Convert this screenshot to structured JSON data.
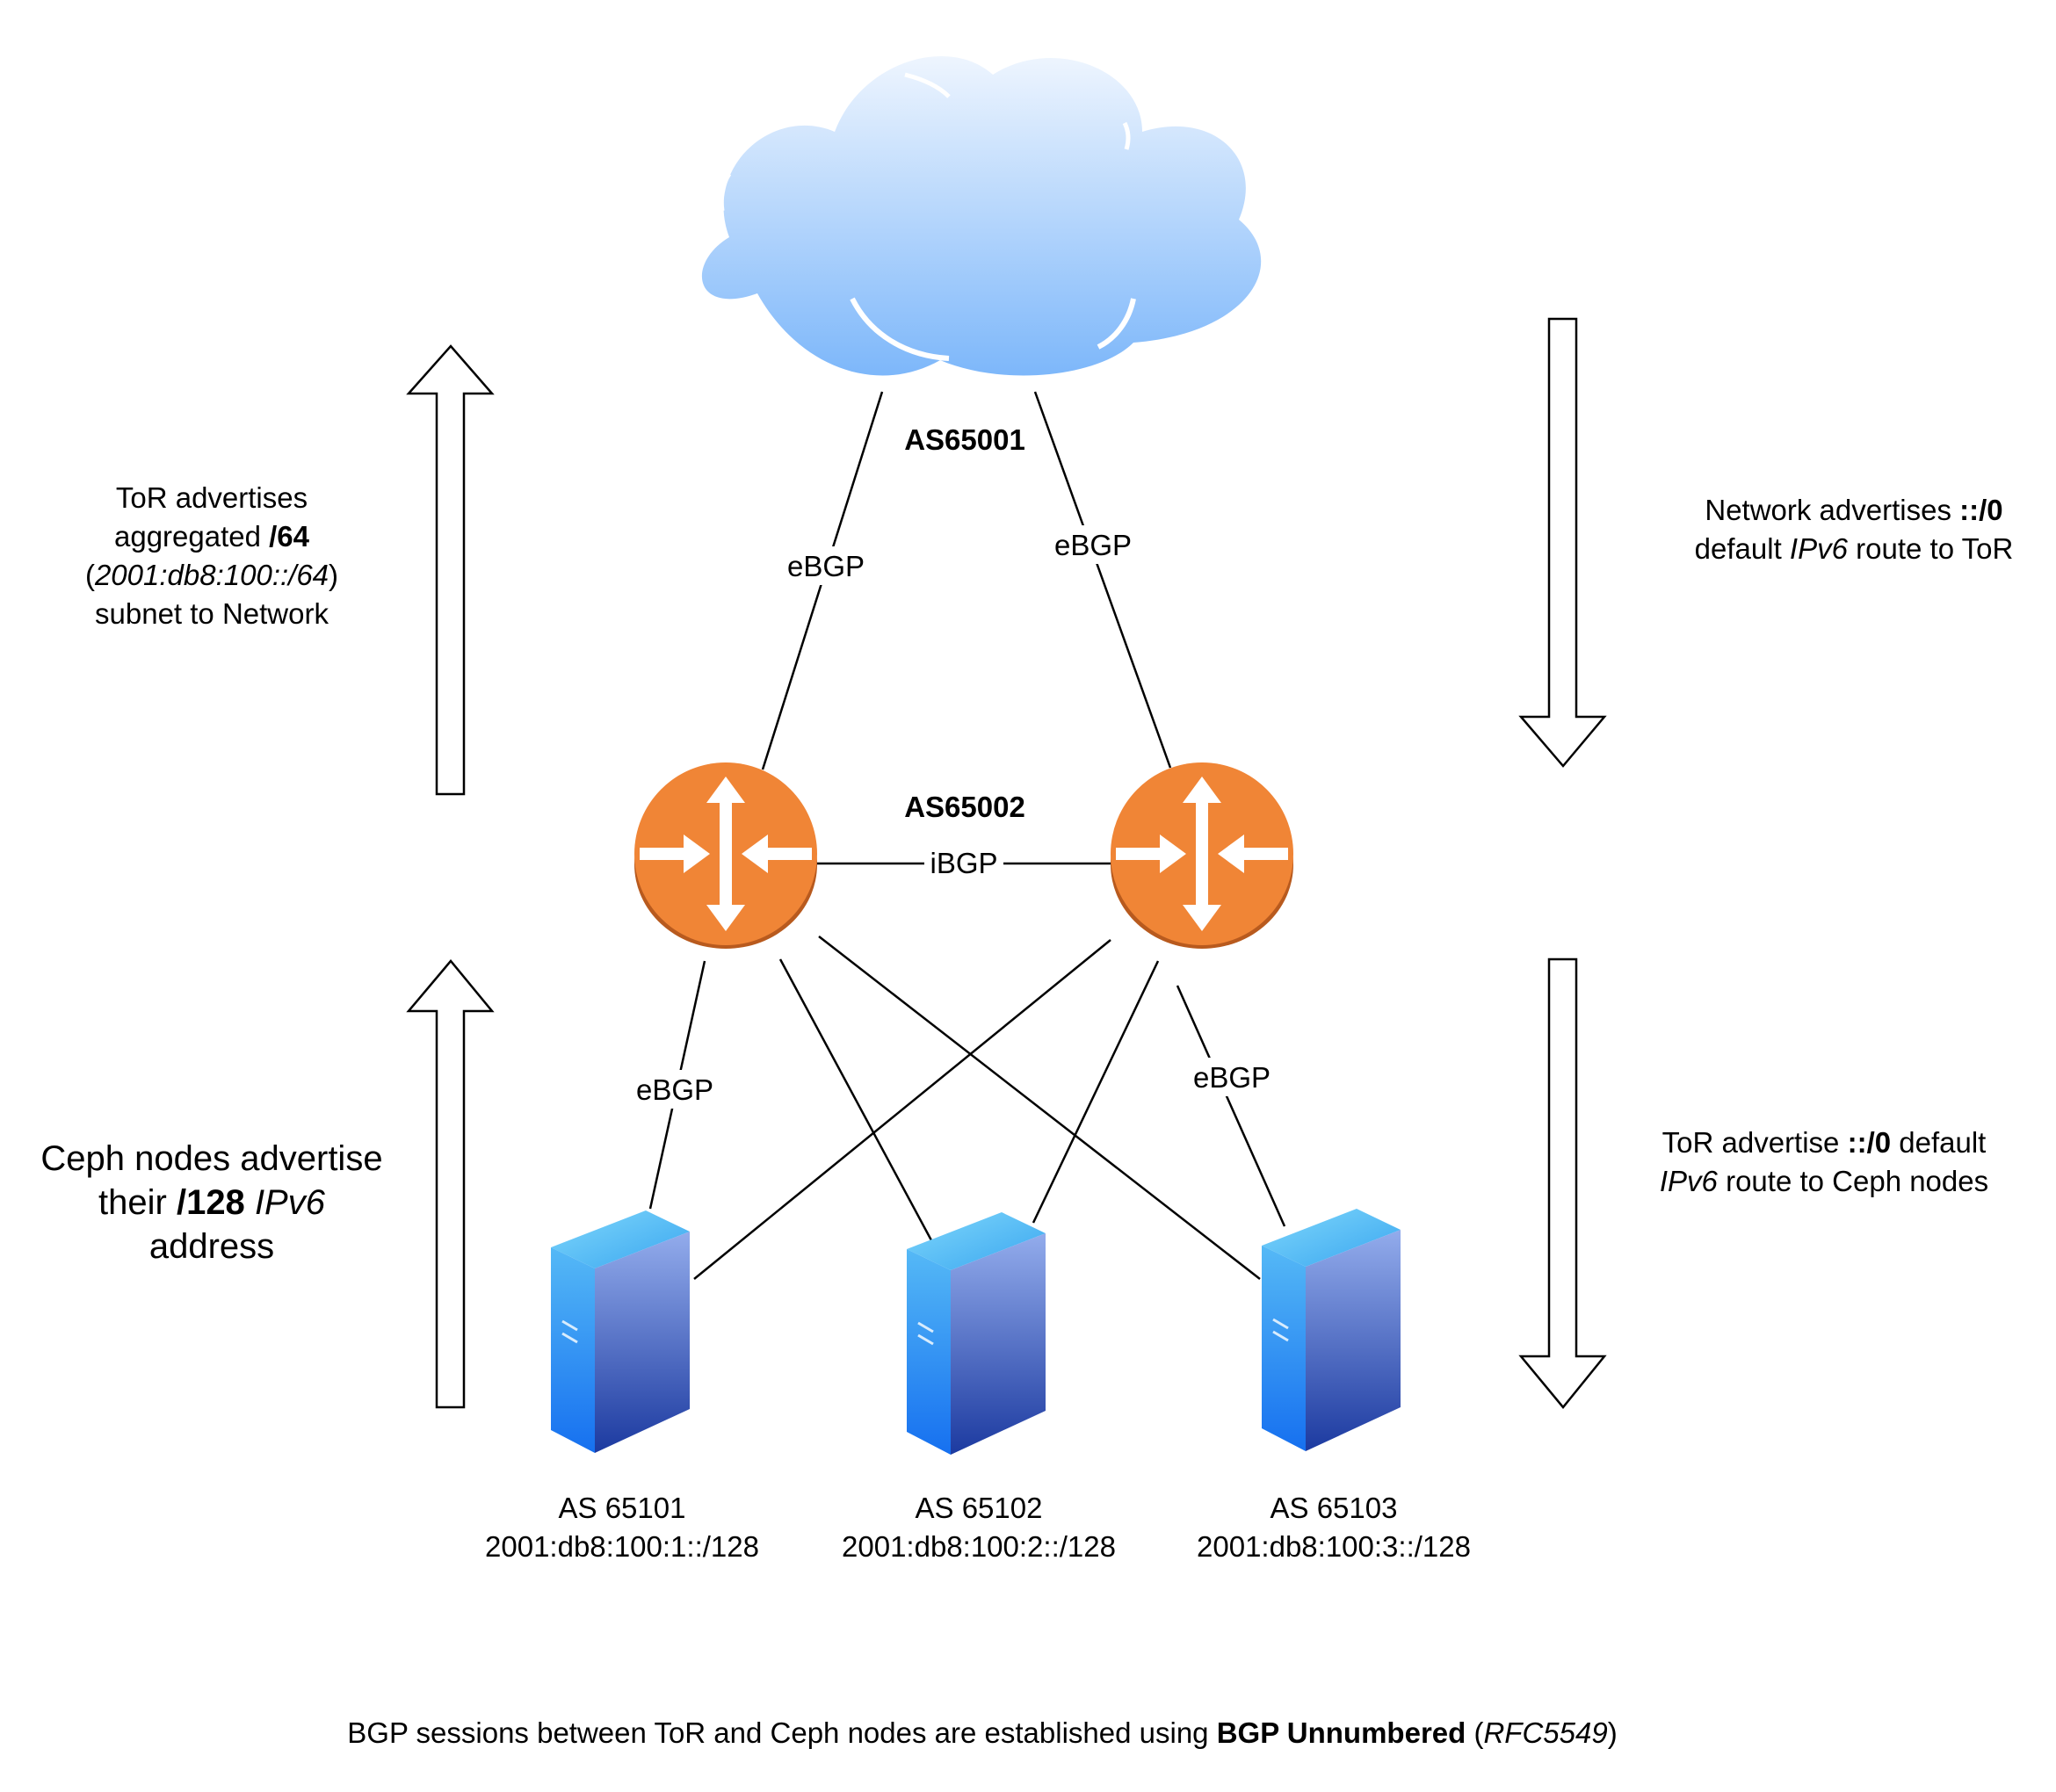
{
  "cloud": {
    "as_label": "AS65001"
  },
  "tor": {
    "as_label": "AS65002"
  },
  "links": {
    "cloud_left": "eBGP",
    "cloud_right": "eBGP",
    "tor_peer": "iBGP",
    "tor_left_node1": "eBGP",
    "tor_right_node3": "eBGP"
  },
  "nodes": [
    {
      "as": "AS 65101",
      "prefix": "2001:db8:100:1::/128"
    },
    {
      "as": "AS 65102",
      "prefix": "2001:db8:100:2::/128"
    },
    {
      "as": "AS 65103",
      "prefix": "2001:db8:100:3::/128"
    }
  ],
  "annotations": {
    "tor_to_network": {
      "l1": "ToR advertises",
      "l2_a": "aggregated ",
      "l2_b": "/64",
      "l3_a": "(",
      "l3_b": "2001:db8:100::/64",
      "l3_c": ")",
      "l4": "subnet to Network"
    },
    "network_to_tor": {
      "l1_a": "Network advertises ",
      "l1_b": "::/0",
      "l2_a": "default ",
      "l2_b": "IPv6",
      "l2_c": " route to ToR"
    },
    "ceph_to_tor": {
      "l1": "Ceph nodes advertise",
      "l2_a": "their ",
      "l2_b": "/128",
      "l2_c": " ",
      "l2_d": "IPv6",
      "l3": "address"
    },
    "tor_to_ceph": {
      "l1_a": "ToR advertise ",
      "l1_b": "::/0",
      "l1_c": " default",
      "l2_a": "IPv6",
      "l2_b": " route to Ceph nodes"
    }
  },
  "footer": {
    "a": "BGP sessions between ToR and Ceph nodes are established using ",
    "b": "BGP Unnumbered",
    "c": " (",
    "d": "RFC5549",
    "e": ")"
  },
  "colors": {
    "router_orange": "#F08536",
    "router_edge": "#B85A1E",
    "cloud_top": "#EEF5FE",
    "cloud_bottom": "#7DB7FA",
    "server_front_top": "#8EA8EC",
    "server_front_bottom": "#1C3AA0",
    "server_side_top": "#4FB3F5",
    "server_side_bottom": "#1670F0"
  }
}
